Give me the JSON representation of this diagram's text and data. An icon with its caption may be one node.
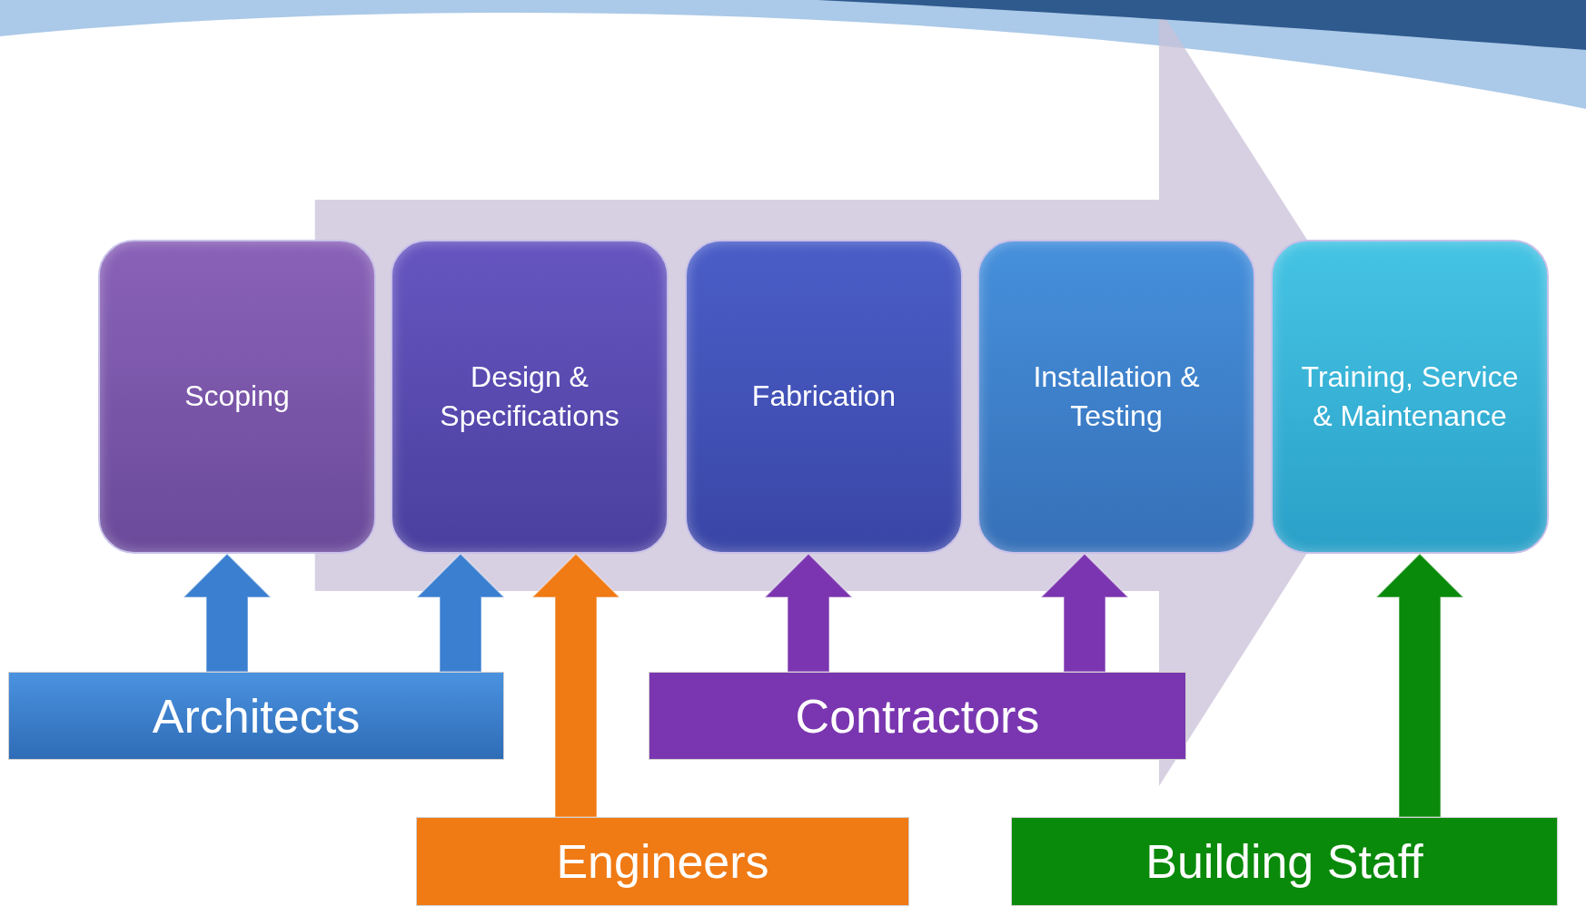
{
  "diagram": {
    "nodes": [
      {
        "text": [
          "Scoping"
        ]
      },
      {
        "text": [
          "Design & Specifications"
        ]
      },
      {
        "text": [
          "Fabrication"
        ]
      },
      {
        "text": [
          "Installation & Testing"
        ]
      },
      {
        "text": [
          "Training, Service & Maintenance"
        ]
      },
      {
        "text": [
          "Architects"
        ]
      },
      {
        "text": [
          "Contractors"
        ]
      },
      {
        "text": [
          "Engineers"
        ]
      },
      {
        "text": [
          "Building Staff"
        ]
      }
    ],
    "edges": [
      {
        "from": 5,
        "to": 0,
        "arrow": "to",
        "color": "#3b7fd0"
      },
      {
        "from": 5,
        "to": 1,
        "arrow": "to",
        "color": "#3b7fd0"
      },
      {
        "from": 7,
        "to": 1,
        "arrow": "to",
        "color": "#f07a14"
      },
      {
        "from": 6,
        "to": 2,
        "arrow": "to",
        "color": "#7c35b0"
      },
      {
        "from": 6,
        "to": 3,
        "arrow": "to",
        "color": "#7c35b0"
      },
      {
        "from": 8,
        "to": 4,
        "arrow": "to",
        "color": "#0a8a0a"
      },
      {
        "from": 0,
        "to": 4,
        "arrow": "to",
        "style": "thick",
        "color": "#c9c0d8"
      }
    ]
  }
}
